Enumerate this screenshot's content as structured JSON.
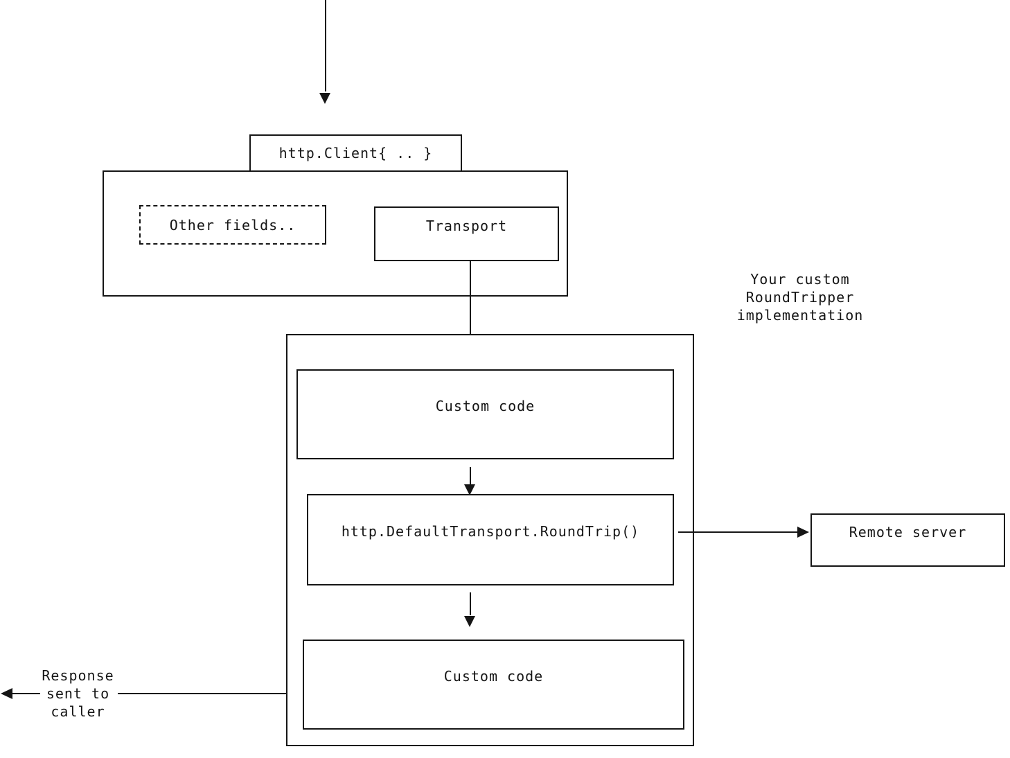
{
  "diagram": {
    "nodes": {
      "client_label": "http.Client{ .. }",
      "other_fields": "Other fields..",
      "transport": "Transport",
      "custom_code_top": "Custom code",
      "round_trip": "http.DefaultTransport.RoundTrip()",
      "custom_code_bottom": "Custom code",
      "remote_server": "Remote server"
    },
    "captions": {
      "round_tripper": "Your custom\nRoundTripper\nimplementation",
      "response": "Response\nsent to\ncaller"
    },
    "edges": [
      {
        "from": "start",
        "to": "http.Client{ .. }",
        "direction": "down"
      },
      {
        "from": "Transport",
        "to": "RoundTripper implementation",
        "direction": "down"
      },
      {
        "from": "Custom code (top)",
        "to": "http.DefaultTransport.RoundTrip()",
        "direction": "down"
      },
      {
        "from": "http.DefaultTransport.RoundTrip()",
        "to": "Custom code (bottom)",
        "direction": "down"
      },
      {
        "from": "http.DefaultTransport.RoundTrip()",
        "to": "Remote server",
        "direction": "right"
      },
      {
        "from": "RoundTripper implementation",
        "to": "Response sent to caller",
        "direction": "left"
      }
    ],
    "colors": {
      "ink": "#151515",
      "background": "#ffffff"
    }
  }
}
